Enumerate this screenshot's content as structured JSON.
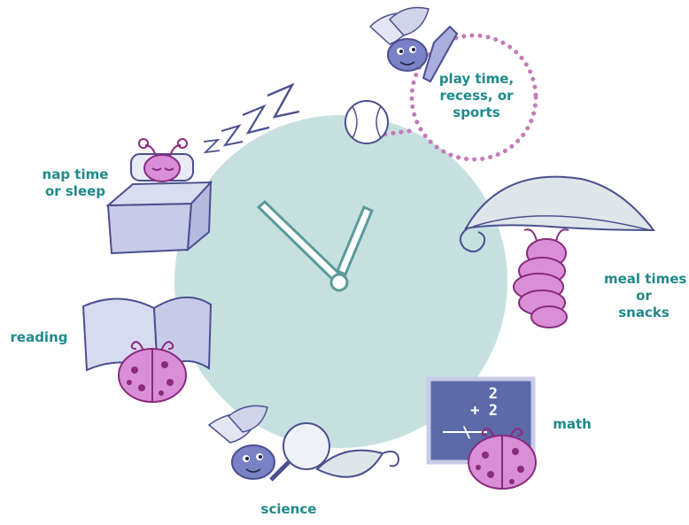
{
  "colors": {
    "text": "#1f8a8a",
    "clock_face": "#c6e0e0",
    "hands": "#6aa6a6",
    "bug_pink": "#d98fd8",
    "bug_dark": "#8a2a7d",
    "outline": "#4a4f8f",
    "wing": "#c8cbe8",
    "chalkboard": "#5c6aa8",
    "dotted_circle": "#c27bb8"
  },
  "labels": {
    "play": [
      "play time,",
      "recess, or",
      "sports"
    ],
    "nap": [
      "nap time",
      "or sleep"
    ],
    "meal": [
      "meal times",
      "or",
      "snacks"
    ],
    "reading": [
      "reading"
    ],
    "math": [
      "math"
    ],
    "science": [
      "science"
    ]
  },
  "chalkboard": {
    "line1": "2",
    "line2": "+ 2",
    "line3": "\\"
  },
  "sleep_text": "zzZZ"
}
